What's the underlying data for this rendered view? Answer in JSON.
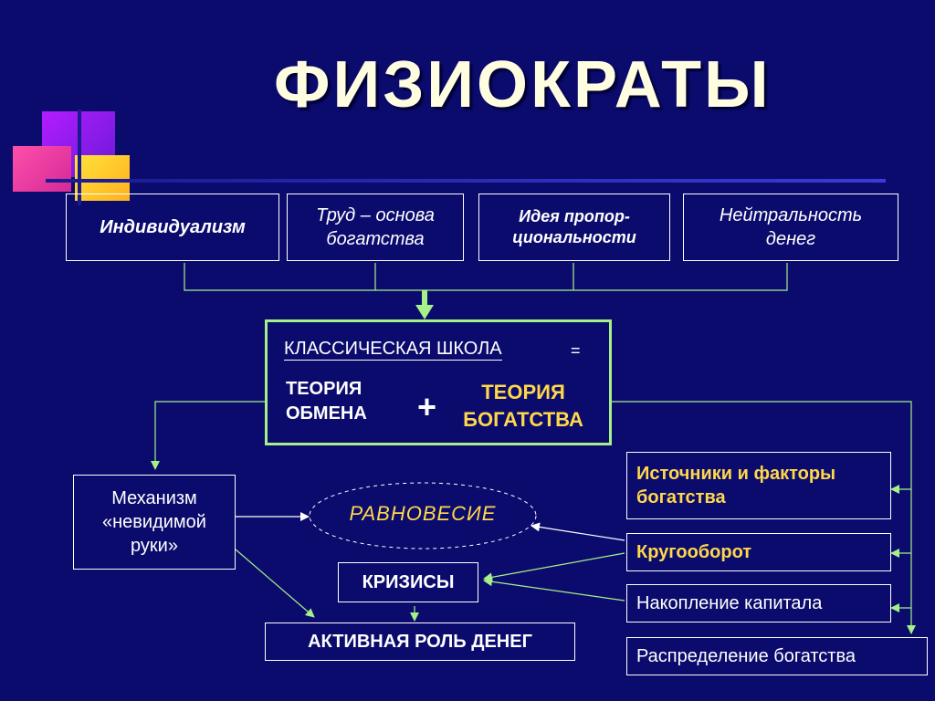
{
  "title": "ФИЗИОКРАТЫ",
  "top_boxes": [
    {
      "text": "Индивидуализм"
    },
    {
      "text": "Труд – основа богатства"
    },
    {
      "text": "Идея пропор-циональности"
    },
    {
      "text": "Нейтральность денег"
    }
  ],
  "classic": {
    "heading": "КЛАССИЧЕСКАЯ ШКОЛА",
    "equals": "=",
    "left_theory": "ТЕОРИЯ ОБМЕНА",
    "plus": "+",
    "right_theory": "ТЕОРИЯ БОГАТСТВА"
  },
  "invisible_hand": "Механизм «невидимой руки»",
  "equilibrium": "РАВНОВЕСИЕ",
  "crises": "КРИЗИСЫ",
  "money_role": "АКТИВНАЯ РОЛЬ ДЕНЕГ",
  "right_boxes": {
    "sources": "Источники и факторы богатства",
    "circulation": "Кругооборот",
    "accumulation": "Накопление капитала",
    "distribution": "Распределение богатства"
  },
  "colors": {
    "background": "#0b0b6e",
    "connector": "#a6f08a",
    "highlight": "#ffd84a",
    "title": "#fffde0"
  }
}
